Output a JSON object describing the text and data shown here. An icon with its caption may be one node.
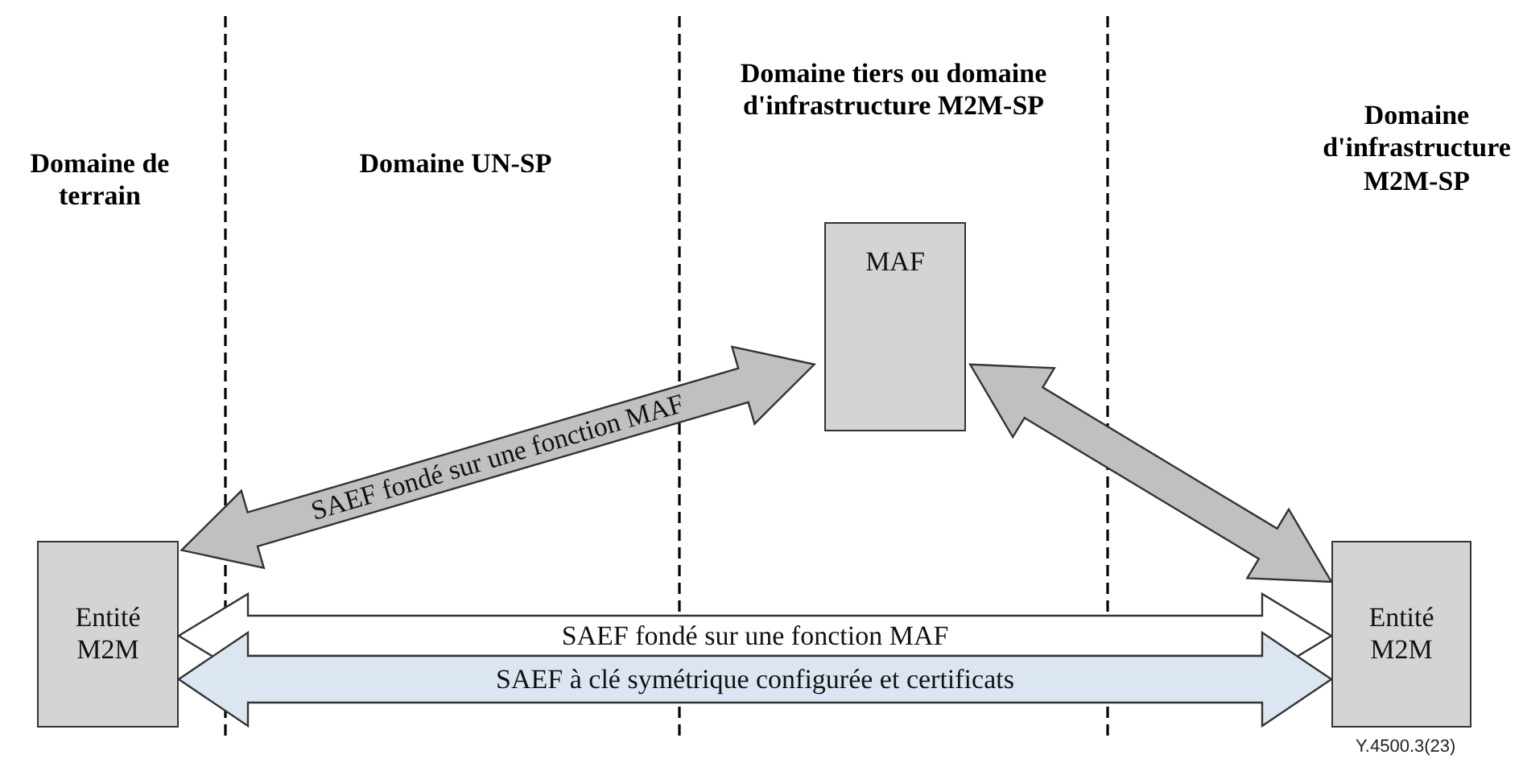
{
  "diagram": {
    "nodes": [
      {
        "text": [
          "MAF"
        ]
      },
      {
        "text": [
          "Entité M2M"
        ]
      },
      {
        "text": [
          "Entité M2M"
        ]
      }
    ],
    "edges": [
      {
        "from": 1,
        "to": 0,
        "arrow": "both",
        "label": "SAEF fondé sur une fonction MAF"
      },
      {
        "from": 0,
        "to": 2,
        "arrow": "both"
      },
      {
        "from": 1,
        "to": 2,
        "arrow": "both",
        "label": "SAEF fondé sur une fonction MAF",
        "color": "#ffffff"
      },
      {
        "from": 1,
        "to": 2,
        "arrow": "both",
        "label": "SAEF à clé symétrique configurée et certificats",
        "color": "#dce6f2"
      }
    ],
    "labels": [
      "Domaine de terrain",
      "Domaine UN-SP",
      "Domaine tiers ou domaine d'infrastructure M2M-SP",
      "Domaine d'infrastructure M2M-SP",
      "Y.4500.3(23)"
    ]
  }
}
